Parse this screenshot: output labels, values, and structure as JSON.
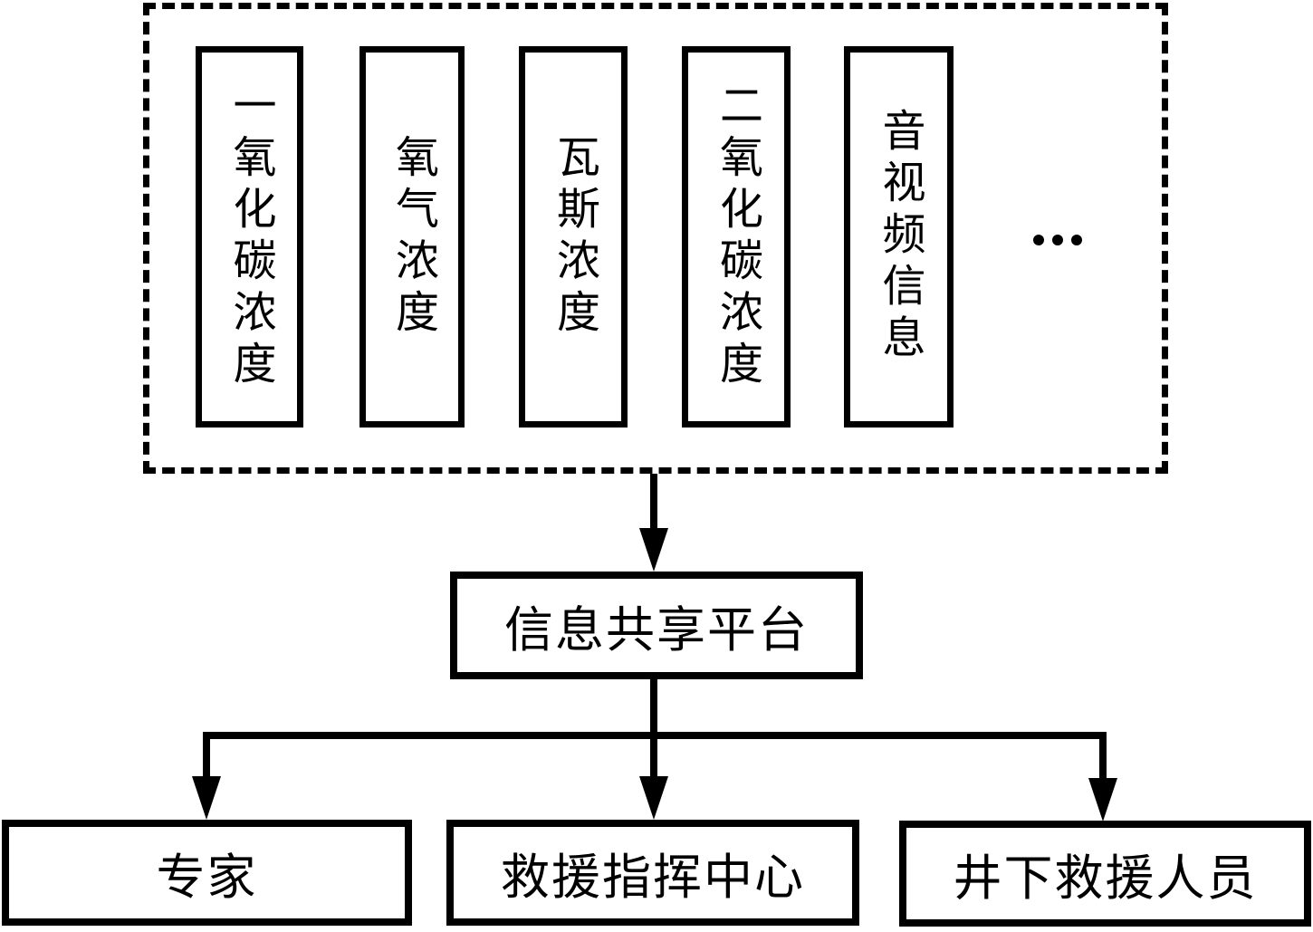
{
  "colors": {
    "stroke": "#000000",
    "background": "#ffffff"
  },
  "sources": {
    "items": [
      {
        "label": "一氧化碳浓度"
      },
      {
        "label": "氧气浓度"
      },
      {
        "label": "瓦斯浓度"
      },
      {
        "label": "二氧化碳浓度"
      },
      {
        "label": "音视频信息"
      }
    ],
    "ellipsis": "···"
  },
  "platform": {
    "label": "信息共享平台"
  },
  "recipients": [
    {
      "label": "专家"
    },
    {
      "label": "救援指挥中心"
    },
    {
      "label": "井下救援人员"
    }
  ]
}
